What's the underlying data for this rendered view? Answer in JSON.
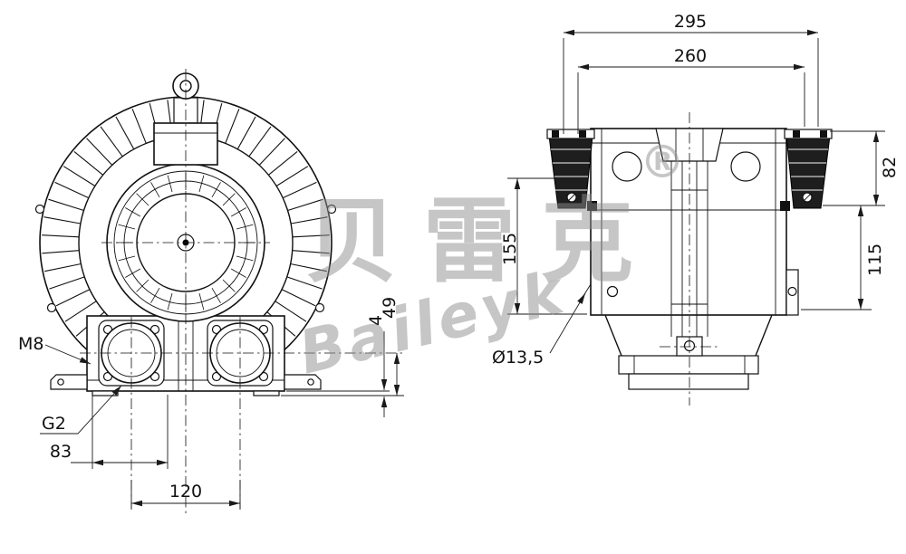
{
  "dims": {
    "d295": "295",
    "d260": "260",
    "d82": "82",
    "d115": "115",
    "d155": "155",
    "d49": "49",
    "d4": "4",
    "d83": "83",
    "d120": "120",
    "dia135": "Ø13,5",
    "m8": "M8",
    "g2": "G2"
  },
  "watermark": {
    "cjk": "贝雷克",
    "registered": "®",
    "latin": "Baileyk"
  },
  "colors": {
    "line": "#111111",
    "watermark_gray": "#8f8f8f",
    "muffler_fill": "#1e1e1e"
  }
}
